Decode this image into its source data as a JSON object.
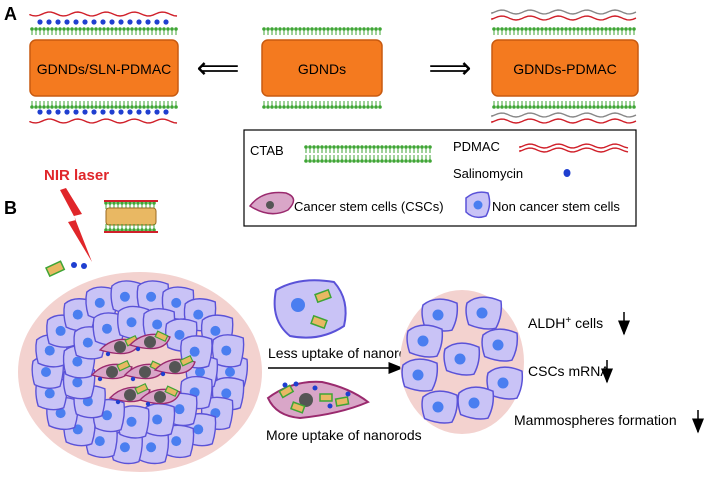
{
  "panels": {
    "a": "A",
    "b": "B"
  },
  "rods": {
    "left": "GDNDs/SLN-PDMAC",
    "center": "GDNDs",
    "right": "GDNDs-PDMAC"
  },
  "arrows": {
    "left": "⟸",
    "right": "⟹"
  },
  "legend": {
    "ctab": "CTAB",
    "pdmac": "PDMAC",
    "salinomycin": "Salinomycin",
    "csc": "Cancer stem cells (CSCs)",
    "noncsc": "Non cancer stem cells"
  },
  "laser": "NIR laser",
  "uptake": {
    "less": "Less uptake of nanorods",
    "more": "More uptake of nanorods"
  },
  "outcomes": {
    "aldh_prefix": "ALDH",
    "aldh_sup": "+",
    "aldh_suffix": " cells",
    "mrna": "CSCs mRNA",
    "mammo": "Mammospheres formation"
  },
  "colors": {
    "rod": "#f47a1f",
    "rod_edge": "#c85a10",
    "ctab": "#3fa535",
    "pdmac": "#d0202a",
    "salinomycin": "#1f3fd0",
    "cell_fill": "#c9c3f6",
    "cell_edge": "#5a52d8",
    "nucleus": "#4a7ef0",
    "csc_fill": "#d9a6c8",
    "csc_edge": "#9a2a6e",
    "tumor_bg": "#f3d2cf",
    "laser": "#e0262a"
  }
}
